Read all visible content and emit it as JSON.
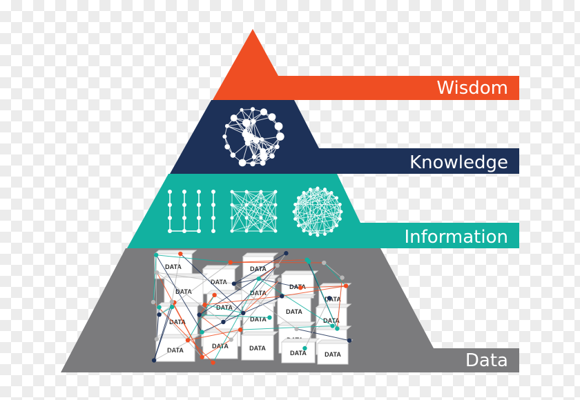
{
  "tiers": [
    {
      "id": "wisdom",
      "label": "Wisdom",
      "color": "#ef4e23"
    },
    {
      "id": "knowledge",
      "label": "Knowledge",
      "color": "#1d3158"
    },
    {
      "id": "information",
      "label": "Information",
      "color": "#12b1a0"
    },
    {
      "id": "data",
      "label": "Data",
      "color": "#7b7b7d"
    }
  ],
  "data_box_label": "DATA",
  "node_colors": [
    "#ef4e23",
    "#12b1a0",
    "#1d3158",
    "#b8b8b8"
  ]
}
